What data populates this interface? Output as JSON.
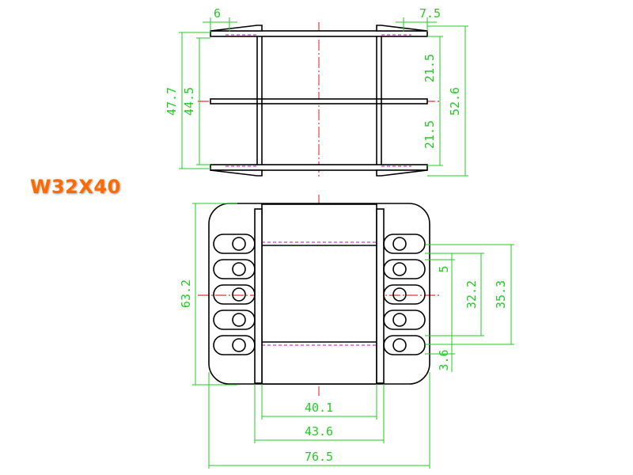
{
  "title": "W32X40",
  "top_view": {
    "dim_flange_left": "6",
    "dim_flange_right": "7.5",
    "dim_inner_height": "44.5",
    "dim_outer_height": "47.7",
    "dim_upper_half": "21.5",
    "dim_lower_half": "21.5",
    "dim_total_height": "52.6"
  },
  "front_view": {
    "dim_height": "63.2",
    "dim_slot": "5",
    "dim_pin_span": "32.2",
    "dim_pin_outer": "35.3",
    "dim_pin_offset": "3.6",
    "dim_core_inner": "40.1",
    "dim_core_outer": "43.6",
    "dim_overall_width": "76.5"
  }
}
